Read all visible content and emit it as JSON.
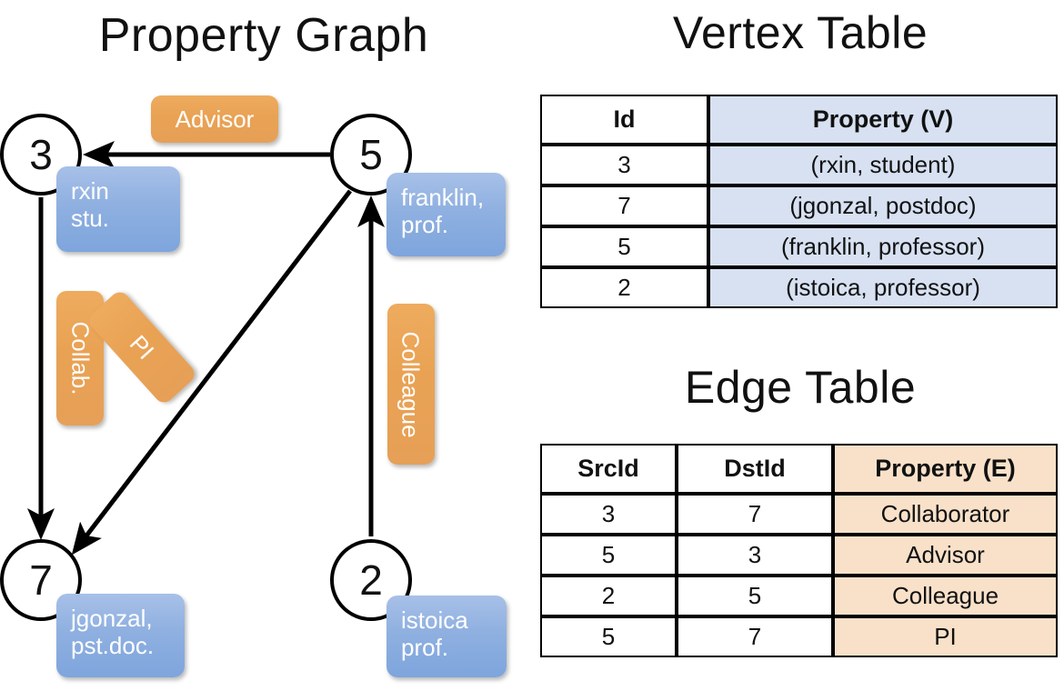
{
  "titles": {
    "property_graph": "Property Graph",
    "vertex_table": "Vertex Table",
    "edge_table": "Edge Table"
  },
  "graph": {
    "nodes": [
      {
        "id": "3",
        "label": "3",
        "property_line1": "rxin",
        "property_line2": "stu."
      },
      {
        "id": "5",
        "label": "5",
        "property_line1": "franklin,",
        "property_line2": "prof."
      },
      {
        "id": "7",
        "label": "7",
        "property_line1": "jgonzal,",
        "property_line2": "pst.doc."
      },
      {
        "id": "2",
        "label": "2",
        "property_line1": "istoica",
        "property_line2": "prof."
      }
    ],
    "edge_labels": {
      "advisor": "Advisor",
      "collab": "Collab.",
      "pi": "PI",
      "colleague": "Colleague"
    },
    "edges": [
      {
        "from": "3",
        "to": "7",
        "label": "Collab."
      },
      {
        "from": "5",
        "to": "3",
        "label": "Advisor"
      },
      {
        "from": "2",
        "to": "5",
        "label": "Colleague"
      },
      {
        "from": "5",
        "to": "7",
        "label": "PI"
      }
    ]
  },
  "vertex_table": {
    "headers": [
      "Id",
      "Property (V)"
    ],
    "rows": [
      {
        "id": "3",
        "property": "(rxin, student)"
      },
      {
        "id": "7",
        "property": "(jgonzal, postdoc)"
      },
      {
        "id": "5",
        "property": "(franklin, professor)"
      },
      {
        "id": "2",
        "property": "(istoica, professor)"
      }
    ]
  },
  "edge_table": {
    "headers": [
      "SrcId",
      "DstId",
      "Property (E)"
    ],
    "rows": [
      {
        "src": "3",
        "dst": "7",
        "property": "Collaborator"
      },
      {
        "src": "5",
        "dst": "3",
        "property": "Advisor"
      },
      {
        "src": "2",
        "dst": "5",
        "property": "Colleague"
      },
      {
        "src": "5",
        "dst": "7",
        "property": "PI"
      }
    ]
  },
  "colors": {
    "vertex_property_fill": "#d7e1f2",
    "edge_property_fill": "#f9e1c9",
    "node_box_blue": "#8fb0e0",
    "edge_label_orange": "#e9a254",
    "stroke": "#000000"
  }
}
